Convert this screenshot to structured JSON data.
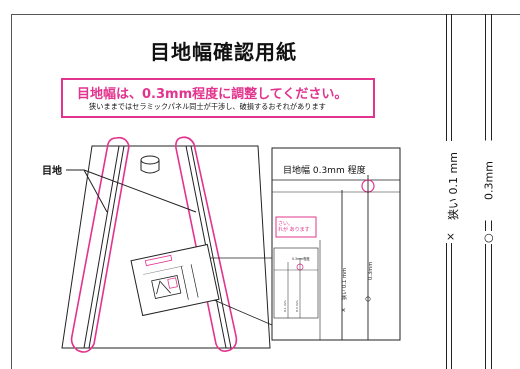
{
  "sheet": {
    "title": "目地幅確認用紙",
    "notice_main": "目地幅は、0.3mm程度に調整してください。",
    "notice_sub": "狭いままではセラミックパネル同士が干渉し、破損するおそれがあります"
  },
  "illustration": {
    "joint_label": "目地",
    "inset_title": "目地幅 0.3mm 程度",
    "inset_notice_lines": [
      "さい。",
      "れが あります"
    ]
  },
  "gauge_strips": [
    {
      "label": "狭い 0.1 mm",
      "mark": "×"
    },
    {
      "label": "0.3mm",
      "mark": "○"
    }
  ],
  "colors": {
    "accent": "#e2348e",
    "line": "#222222"
  }
}
